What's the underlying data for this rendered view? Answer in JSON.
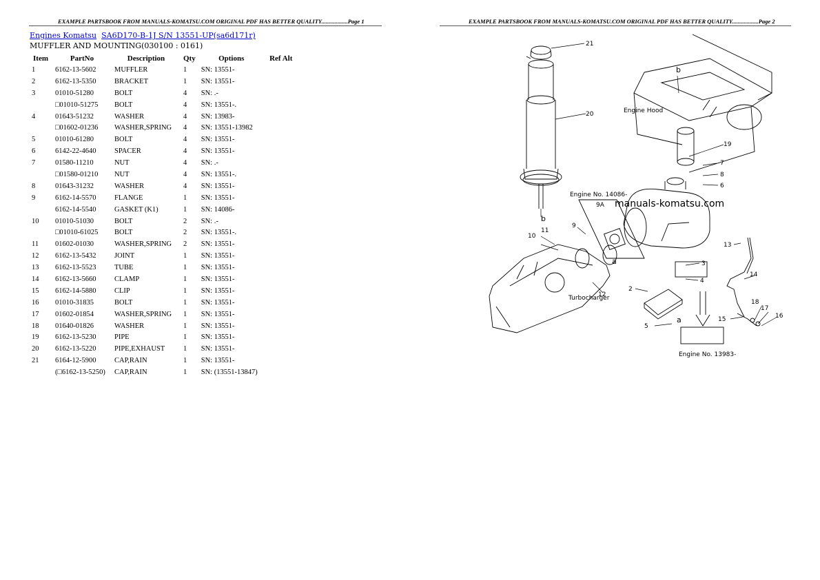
{
  "header": {
    "page1": "EXAMPLE PARTSBOOK FROM MANUALS-KOMATSU.COM ORIGINAL PDF HAS BETTER QUALITY..................Page 1",
    "page2": "EXAMPLE PARTSBOOK FROM MANUALS-KOMATSU.COM ORIGINAL PDF HAS BETTER QUALITY..................Page 2"
  },
  "breadcrumb": {
    "link1": "Engines Komatsu",
    "link2": "SA6D170-B-1J S/N 13551-UP(sa6d171r)"
  },
  "section_title": "MUFFLER AND MOUNTING(030100 : 0161)",
  "table": {
    "headers": [
      "Item",
      "PartNo",
      "Description",
      "Qty",
      "Options",
      "Ref Alt"
    ],
    "rows": [
      {
        "item": "1",
        "part": "6162-13-5602",
        "desc": "MUFFLER",
        "qty": "1",
        "opt": "SN: 13551-",
        "ref": ""
      },
      {
        "item": "2",
        "part": "6162-13-5350",
        "desc": "BRACKET",
        "qty": "1",
        "opt": "SN: 13551-",
        "ref": ""
      },
      {
        "item": "3",
        "part": "01010-51280",
        "desc": "BOLT",
        "qty": "4",
        "opt": "SN: .-",
        "ref": ""
      },
      {
        "item": "",
        "part": "□01010-51275",
        "desc": "BOLT",
        "qty": "4",
        "opt": "SN: 13551-.",
        "ref": ""
      },
      {
        "item": "4",
        "part": "01643-51232",
        "desc": "WASHER",
        "qty": "4",
        "opt": "SN: 13983-",
        "ref": ""
      },
      {
        "item": "",
        "part": "□01602-01236",
        "desc": "WASHER,SPRING",
        "qty": "4",
        "opt": "SN: 13551-13982",
        "ref": ""
      },
      {
        "item": "5",
        "part": "01010-61280",
        "desc": "BOLT",
        "qty": "4",
        "opt": "SN: 13551-",
        "ref": ""
      },
      {
        "item": "6",
        "part": "6142-22-4640",
        "desc": "SPACER",
        "qty": "4",
        "opt": "SN: 13551-",
        "ref": ""
      },
      {
        "item": "7",
        "part": "01580-11210",
        "desc": "NUT",
        "qty": "4",
        "opt": "SN: .-",
        "ref": ""
      },
      {
        "item": "",
        "part": "□01580-01210",
        "desc": "NUT",
        "qty": "4",
        "opt": "SN: 13551-.",
        "ref": ""
      },
      {
        "item": "8",
        "part": "01643-31232",
        "desc": "WASHER",
        "qty": "4",
        "opt": "SN: 13551-",
        "ref": ""
      },
      {
        "item": "9",
        "part": "6162-14-5570",
        "desc": "FLANGE",
        "qty": "1",
        "opt": "SN: 13551-",
        "ref": ""
      },
      {
        "item": "",
        "part": "6162-14-5540",
        "desc": "GASKET (K1)",
        "qty": "1",
        "opt": "SN: 14086-",
        "ref": ""
      },
      {
        "item": "10",
        "part": "01010-51030",
        "desc": "BOLT",
        "qty": "2",
        "opt": "SN: .-",
        "ref": ""
      },
      {
        "item": "",
        "part": "□01010-61025",
        "desc": "BOLT",
        "qty": "2",
        "opt": "SN: 13551-.",
        "ref": ""
      },
      {
        "item": "11",
        "part": "01602-01030",
        "desc": "WASHER,SPRING",
        "qty": "2",
        "opt": "SN: 13551-",
        "ref": ""
      },
      {
        "item": "12",
        "part": "6162-13-5432",
        "desc": "JOINT",
        "qty": "1",
        "opt": "SN: 13551-",
        "ref": ""
      },
      {
        "item": "13",
        "part": "6162-13-5523",
        "desc": "TUBE",
        "qty": "1",
        "opt": "SN: 13551-",
        "ref": ""
      },
      {
        "item": "14",
        "part": "6162-13-5660",
        "desc": "CLAMP",
        "qty": "1",
        "opt": "SN: 13551-",
        "ref": ""
      },
      {
        "item": "15",
        "part": "6162-14-5880",
        "desc": "CLIP",
        "qty": "1",
        "opt": "SN: 13551-",
        "ref": ""
      },
      {
        "item": "16",
        "part": "01010-31835",
        "desc": "BOLT",
        "qty": "1",
        "opt": "SN: 13551-",
        "ref": ""
      },
      {
        "item": "17",
        "part": "01602-01854",
        "desc": "WASHER,SPRING",
        "qty": "1",
        "opt": "SN: 13551-",
        "ref": ""
      },
      {
        "item": "18",
        "part": "01640-01826",
        "desc": "WASHER",
        "qty": "1",
        "opt": "SN: 13551-",
        "ref": ""
      },
      {
        "item": "19",
        "part": "6162-13-5230",
        "desc": "PIPE",
        "qty": "1",
        "opt": "SN: 13551-",
        "ref": ""
      },
      {
        "item": "20",
        "part": "6162-13-5220",
        "desc": "PIPE,EXHAUST",
        "qty": "1",
        "opt": "SN: 13551-",
        "ref": ""
      },
      {
        "item": "21",
        "part": "6164-12-5900",
        "desc": "CAP,RAIN",
        "qty": "1",
        "opt": "SN: 13551-",
        "ref": ""
      },
      {
        "item": "",
        "part": "(□6162-13-5250)",
        "desc": "CAP,RAIN",
        "qty": "1",
        "opt": "SN: (13551-13847)",
        "ref": ""
      }
    ]
  },
  "diagram": {
    "watermark": "manuals-komatsu.com",
    "engine_hood": "Engine Hood",
    "turbocharger": "Turbocharger",
    "engine_no_a": "Engine No. 14086-",
    "engine_no_b": "Engine No. 13983-",
    "callouts": [
      "21",
      "20",
      "19",
      "7",
      "8",
      "6",
      "3",
      "4",
      "2",
      "5",
      "9",
      "9A",
      "10",
      "11",
      "12",
      "13",
      "14",
      "15",
      "16",
      "17",
      "18",
      "b",
      "a"
    ]
  }
}
